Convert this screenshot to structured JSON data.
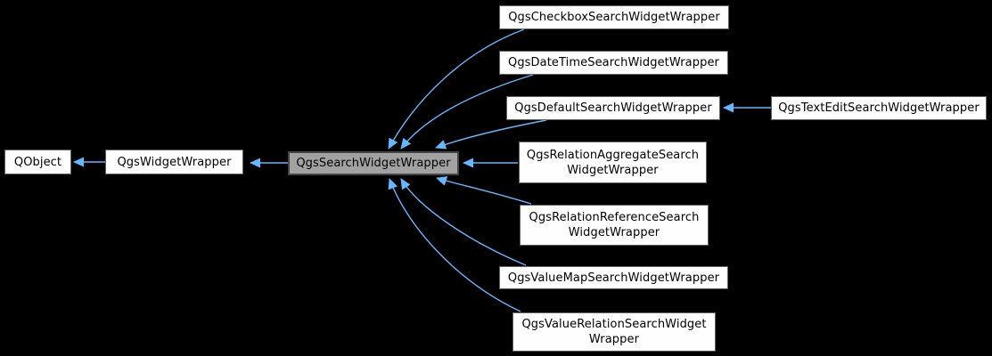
{
  "diagram": {
    "kind": "class-inheritance-graph",
    "colors": {
      "edge": "#63b8ff",
      "node_fill": "#fefefe",
      "node_border": "#5f5f5f",
      "current_node_fill": "#a2a2a2",
      "current_node_border": "#454545",
      "background": "#000000",
      "text": "#000000"
    },
    "nodes": {
      "qobject": {
        "label": "QObject"
      },
      "widget_wrapper": {
        "label": "QgsWidgetWrapper"
      },
      "search_widget_wrapper": {
        "label": "QgsSearchWidgetWrapper",
        "current": true
      },
      "checkbox": {
        "label": "QgsCheckboxSearchWidgetWrapper"
      },
      "datetime": {
        "label": "QgsDateTimeSearchWidgetWrapper"
      },
      "default": {
        "label": "QgsDefaultSearchWidgetWrapper"
      },
      "textedit": {
        "label": "QgsTextEditSearchWidgetWrapper"
      },
      "relation_aggregate": {
        "label": "QgsRelationAggregateSearch\nWidgetWrapper"
      },
      "relation_reference": {
        "label": "QgsRelationReferenceSearch\nWidgetWrapper"
      },
      "value_map": {
        "label": "QgsValueMapSearchWidgetWrapper"
      },
      "value_relation": {
        "label": "QgsValueRelationSearchWidget\nWrapper"
      }
    },
    "edges": [
      {
        "from": "QgsWidgetWrapper",
        "to": "QObject"
      },
      {
        "from": "QgsSearchWidgetWrapper",
        "to": "QgsWidgetWrapper"
      },
      {
        "from": "QgsCheckboxSearchWidgetWrapper",
        "to": "QgsSearchWidgetWrapper"
      },
      {
        "from": "QgsDateTimeSearchWidgetWrapper",
        "to": "QgsSearchWidgetWrapper"
      },
      {
        "from": "QgsDefaultSearchWidgetWrapper",
        "to": "QgsSearchWidgetWrapper"
      },
      {
        "from": "QgsTextEditSearchWidgetWrapper",
        "to": "QgsDefaultSearchWidgetWrapper"
      },
      {
        "from": "QgsRelationAggregateSearchWidgetWrapper",
        "to": "QgsSearchWidgetWrapper"
      },
      {
        "from": "QgsRelationReferenceSearchWidgetWrapper",
        "to": "QgsSearchWidgetWrapper"
      },
      {
        "from": "QgsValueMapSearchWidgetWrapper",
        "to": "QgsSearchWidgetWrapper"
      },
      {
        "from": "QgsValueRelationSearchWidgetWrapper",
        "to": "QgsSearchWidgetWrapper"
      }
    ]
  }
}
